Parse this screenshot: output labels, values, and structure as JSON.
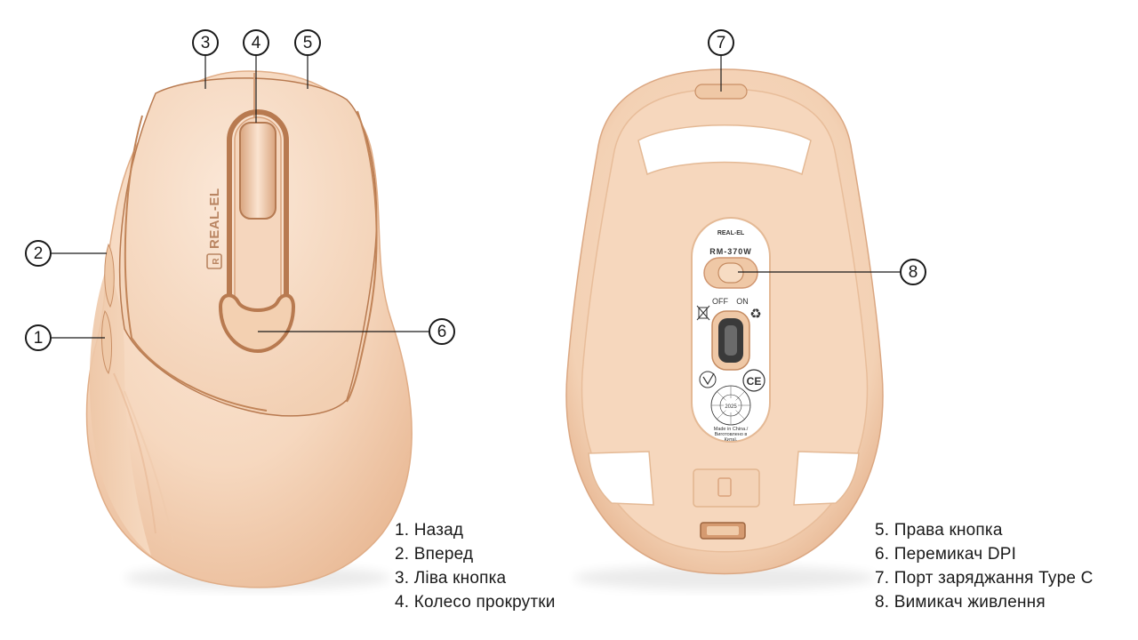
{
  "product": {
    "brand": "REAL-EL",
    "model": "RM-370W",
    "switch_off": "OFF",
    "switch_on": "ON",
    "made_in": "Made in China./",
    "made_in_ua_1": "Виготовлено в",
    "made_in_ua_2": "Китаї.",
    "date_year": "2025"
  },
  "callouts": [
    "1",
    "2",
    "3",
    "4",
    "5",
    "6",
    "7",
    "8"
  ],
  "legend_left": [
    "1. Назад",
    "2. Вперед",
    "3. Ліва кнопка",
    "4. Колесо прокрутки"
  ],
  "legend_right": [
    "5. Права кнопка",
    "6. Перемикач DPI",
    "7. Порт заряджання Type C",
    "8. Вимикач живлення"
  ],
  "colors": {
    "body": "#f7dcc4",
    "shade": "#e6b692",
    "edge": "#b87a50",
    "feet": "#ffffff"
  }
}
